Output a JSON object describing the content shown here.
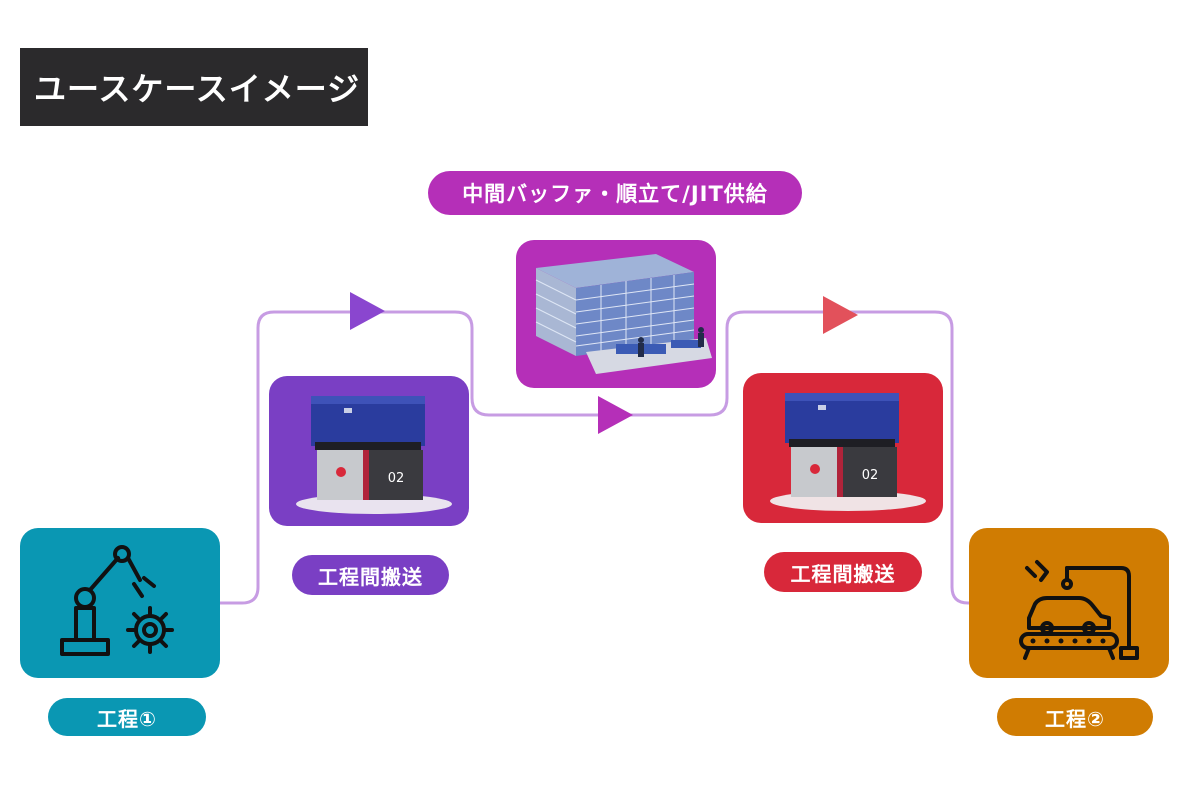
{
  "title": "ユースケースイメージ",
  "buffer_label": "中間バッファ・順立て/JIT供給",
  "transport_left_label": "工程間搬送",
  "transport_right_label": "工程間搬送",
  "process1_label": "工程①",
  "process2_label": "工程②",
  "robot_number": "02",
  "colors": {
    "dark": "#2b2a2c",
    "teal": "#0a97b3",
    "purple": "#7a3fc4",
    "magenta": "#b52fb8",
    "red": "#d8283a",
    "orange": "#d07c02",
    "line": "#c79ce3"
  }
}
